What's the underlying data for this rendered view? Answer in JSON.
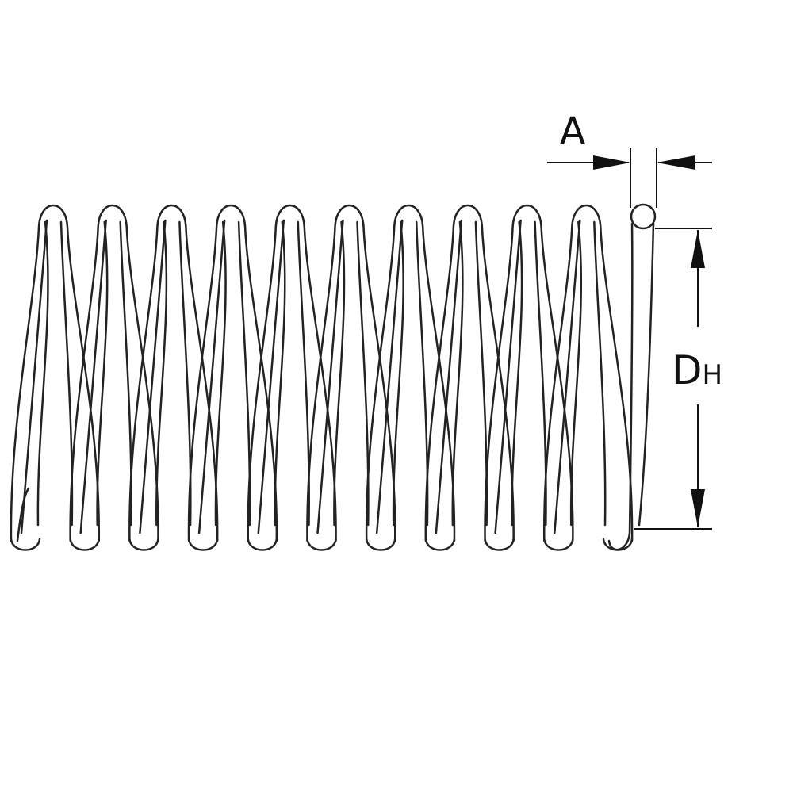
{
  "diagram": {
    "type": "compression spring technical drawing",
    "coil_count": 10,
    "stroke_color": "#222222",
    "background_color": "#ffffff",
    "labels": {
      "wire_diameter": "A",
      "outer_diameter_main": "D",
      "outer_diameter_sub": "H"
    }
  }
}
